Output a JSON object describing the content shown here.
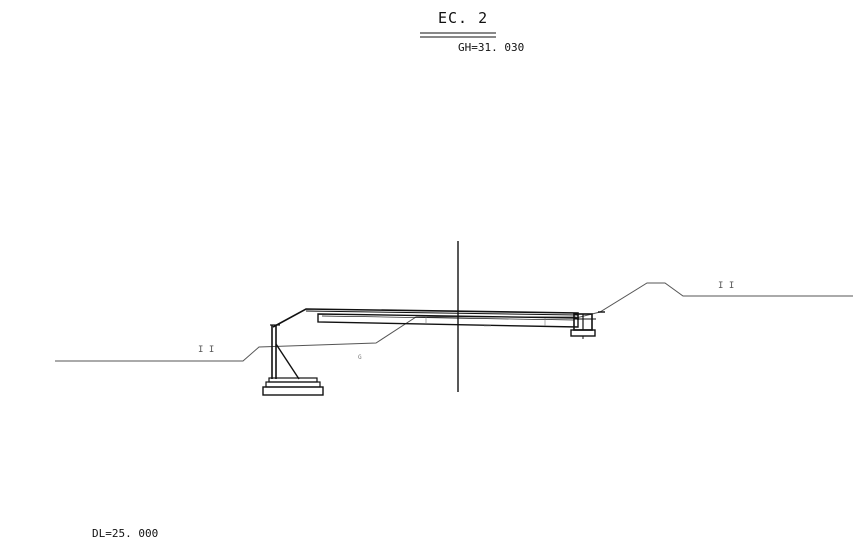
{
  "section_title": "EC. 2",
  "ground_height_label": "GH=31. 030",
  "datum_level_label": "DL=25. 000",
  "markers": {
    "left_ground_mark": "I I",
    "right_ground_mark": "I I",
    "small_label_g": "G"
  },
  "colors": {
    "line": "#111111",
    "ground_line": "#555555"
  }
}
